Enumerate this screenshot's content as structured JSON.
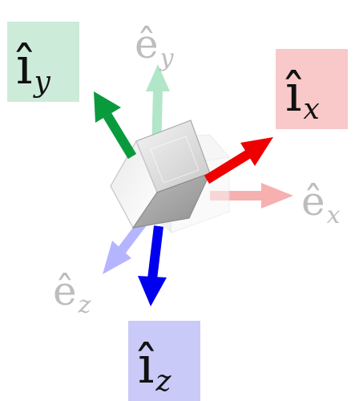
{
  "labels": {
    "ey": {
      "base": "ê",
      "sub": "y"
    },
    "ex": {
      "base": "ê",
      "sub": "x"
    },
    "ez": {
      "base": "ê",
      "sub": "z"
    },
    "ly": {
      "base": "î",
      "sub": "y"
    },
    "lx": {
      "base": "î",
      "sub": "x"
    },
    "lz": {
      "base": "î",
      "sub": "z"
    }
  },
  "colors": {
    "ey": "#b2e6c8",
    "ex": "#f6b0b0",
    "ez": "#b5b5ff",
    "ly": "#0a9a3e",
    "lx": "#ee0000",
    "lz": "#0000ee",
    "ly_box": "#cdebd9",
    "lx_box": "#f9c8c8",
    "lz_box": "#cacaf8",
    "world_label": "#bdbdbd",
    "local_label": "#111111"
  }
}
